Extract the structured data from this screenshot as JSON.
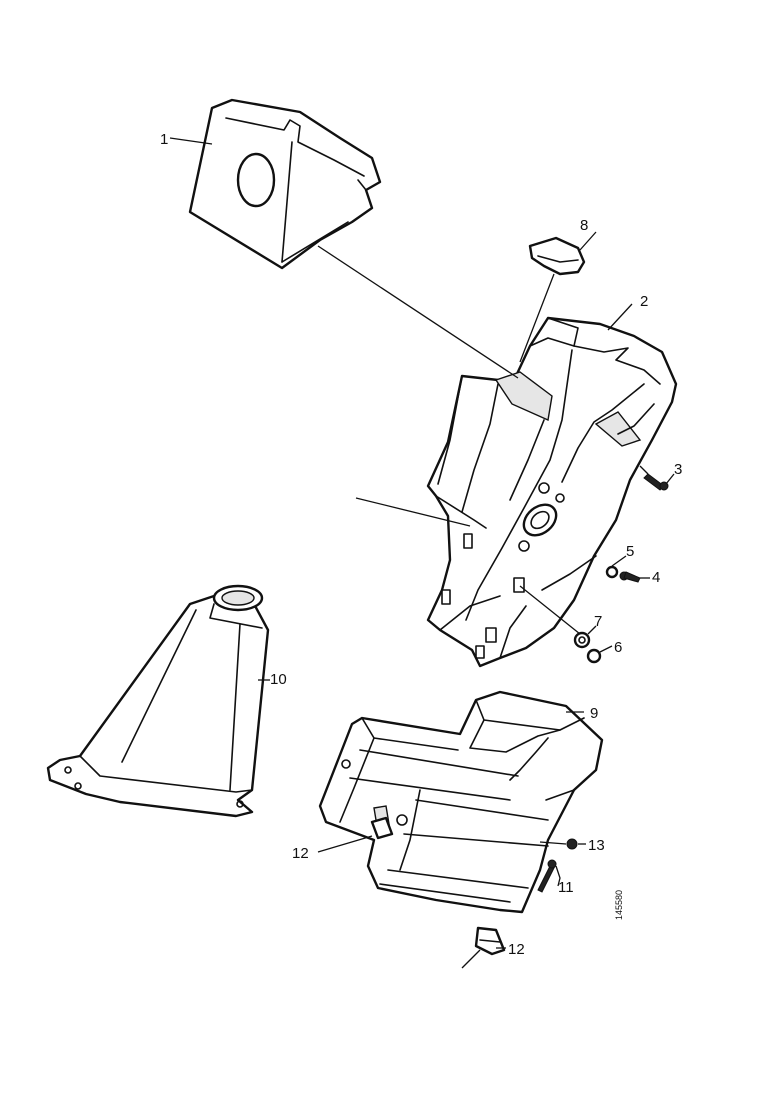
{
  "callouts": {
    "c1": "1",
    "c2": "2",
    "c3": "3",
    "c4": "4",
    "c5": "5",
    "c6": "6",
    "c7": "7",
    "c8": "8",
    "c9": "9",
    "c10": "10",
    "c11": "11",
    "c12a": "12",
    "c12b": "12",
    "c13": "13"
  },
  "drawing_code": "145580"
}
